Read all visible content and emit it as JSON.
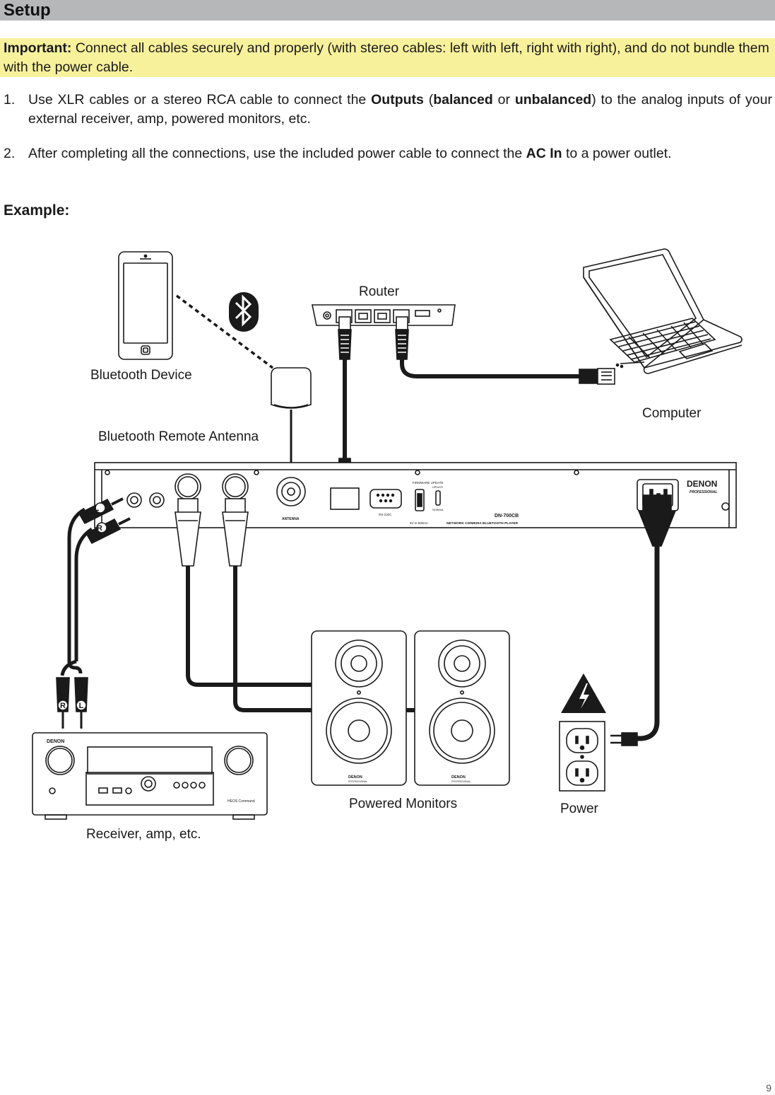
{
  "header": {
    "title": "Setup"
  },
  "important": {
    "label": "Important:",
    "text": " Connect all cables securely and properly (with stereo cables: left with left, right with right), and do not bundle them with the power cable."
  },
  "steps": [
    {
      "num": "1.",
      "t1": "Use XLR cables or a stereo RCA cable to connect the ",
      "b1": "Outputs",
      "t2": " (",
      "b2": "balanced",
      "t3": " or ",
      "b3": "unbalanced",
      "t4": ") to the analog inputs of your external receiver, amp, powered monitors, etc."
    },
    {
      "num": "2.",
      "t1": "After completing all the connections, use the included power cable to connect the ",
      "b1": "AC In",
      "t2": " to a power outlet."
    }
  ],
  "example_label": "Example:",
  "diagram": {
    "labels": {
      "router": "Router",
      "bluetooth_device": "Bluetooth Device",
      "computer": "Computer",
      "antenna": "Bluetooth Remote Antenna",
      "powered_monitors": "Powered Monitors",
      "power": "Power",
      "receiver": "Receiver, amp, etc."
    },
    "unit": {
      "brand": "DENON",
      "brand_sub": "PROFESSIONAL",
      "model": "DN-700CB",
      "model_desc": "NETWORK CD/MEDIA BLUETOOTH PLAYER",
      "antenna_port": "ANTENNA",
      "rs232": "RS-232C",
      "firmware": "FIRMWARE UPDATE",
      "usb_power": "5V ⎓ 500mA",
      "switch_update": "UPDATE",
      "switch_normal": "NORMAL"
    },
    "rca": {
      "left": "L",
      "right": "R"
    },
    "receiver": {
      "brand": "DENON",
      "sub": "HEOS Command"
    },
    "monitor_brand": "DENON",
    "monitor_sub": "PROFESSIONAL"
  },
  "page_number": "9"
}
